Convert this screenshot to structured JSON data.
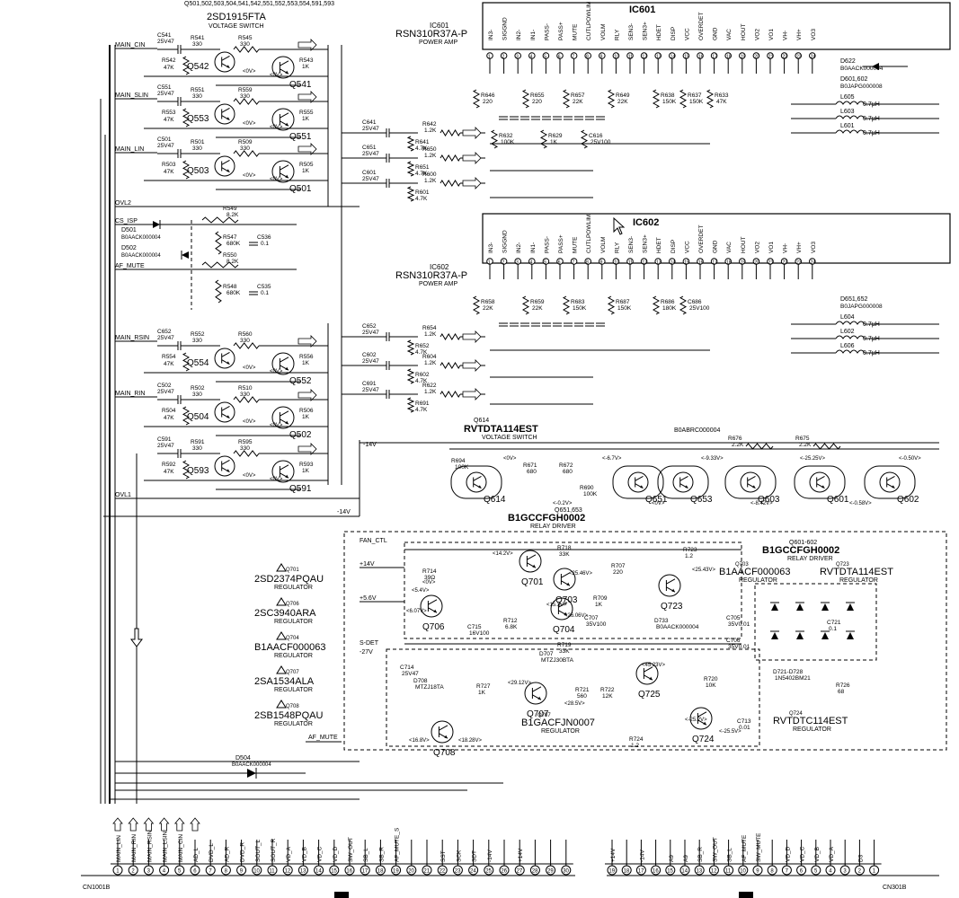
{
  "ic601": {
    "name": "IC601",
    "part": "RSN310R37A-P",
    "function": "POWER AMP",
    "pins": [
      "IN3-",
      "SIGGND",
      "IN2-",
      "IN1-",
      "PASS-",
      "PASS+",
      "MUTE",
      "CUTLPOWLIM",
      "VOLM",
      "RLY",
      "SEN3-",
      "SEN3+",
      "HDET",
      "DISP",
      "VCC",
      "OVERDET",
      "GND",
      "VAC",
      "HOUT",
      "VO2",
      "VO1",
      "VH-",
      "VH+",
      "VO3"
    ]
  },
  "ic602": {
    "name": "IC602",
    "part": "RSN310R37A-P",
    "function": "POWER AMP"
  },
  "switch_block": {
    "parts": "Q501,502,503,504,541,542,551,552,553,554,591,593",
    "part": "2SD1915FTA",
    "function": "VOLTAGE SWITCH"
  },
  "inputs": [
    "MAIN_CIN",
    "MAIN_SLIN",
    "MAIN_LIN",
    "MAIN_RSIN",
    "MAIN_RIN"
  ],
  "signals": [
    "OVL2",
    "CS_ISP",
    "AF_MUTE",
    "OVL1",
    "FAN_CTL",
    "S-DET",
    "-14V",
    "+14V",
    "+5.6V",
    "-27V"
  ],
  "transistors_top": [
    {
      "ref": "Q542",
      "r1": "R541",
      "r1v": "330",
      "r2": "R542",
      "r2v": "47K"
    },
    {
      "ref": "Q541",
      "r1": "R545",
      "r1v": "330",
      "r2": "R543",
      "r2v": "1K"
    },
    {
      "ref": "Q553",
      "r1": "R551",
      "r1v": "330",
      "r2": "R553",
      "r2v": "47K"
    },
    {
      "ref": "Q551",
      "r1": "R559",
      "r1v": "330",
      "r2": "R555",
      "r2v": "1K"
    },
    {
      "ref": "Q503",
      "r1": "R501",
      "r1v": "330",
      "r2": "R503",
      "r2v": "47K"
    },
    {
      "ref": "Q501",
      "r1": "R509",
      "r1v": "330",
      "r2": "R505",
      "r2v": "1K"
    }
  ],
  "transistors_bottom": [
    {
      "ref": "Q554",
      "r1": "R552",
      "r1v": "330",
      "r2": "R554",
      "r2v": "47K"
    },
    {
      "ref": "Q552",
      "r1": "R560",
      "r1v": "330",
      "r2": "R556",
      "r2v": "1K"
    },
    {
      "ref": "Q504",
      "r1": "R502",
      "r1v": "330",
      "r2": "R504",
      "r2v": "47K"
    },
    {
      "ref": "Q502",
      "r1": "R510",
      "r1v": "330",
      "r2": "R506",
      "r2v": "1K"
    },
    {
      "ref": "Q593",
      "r1": "R591",
      "r1v": "330",
      "r2": "R592",
      "r2v": "47K"
    },
    {
      "ref": "Q591",
      "r1": "R595",
      "r1v": "330",
      "r2": "R593",
      "r2v": "1K"
    }
  ],
  "caps_left": [
    "C541",
    "C551",
    "C501",
    "C652",
    "C502",
    "C591"
  ],
  "cap_value": "25V47",
  "misc_left": [
    {
      "ref": "D501",
      "part": "B0AACK000004"
    },
    {
      "ref": "D502",
      "part": "B0AACK000004"
    },
    {
      "ref": "R549",
      "val": "8.2K"
    },
    {
      "ref": "R547",
      "val": "680K"
    },
    {
      "ref": "C536",
      "val": "0.1"
    },
    {
      "ref": "R550",
      "val": "8.2K"
    },
    {
      "ref": "R548",
      "val": "680K"
    },
    {
      "ref": "C535",
      "val": "0.1"
    }
  ],
  "voltage_switch": {
    "ref": "Q614",
    "part": "RVTDTA114EST",
    "function": "VOLTAGE SWITCH"
  },
  "relay_driver_1": {
    "refs": "Q651,653",
    "part": "B1GCCFGH0002",
    "function": "RELAY DRIVER"
  },
  "relay_driver_2": {
    "refs": "Q601-602",
    "part": "B1GCCFGH0002",
    "function": "RELAY DRIVER"
  },
  "relay_transistors": [
    "Q614",
    "Q651",
    "Q653",
    "Q603",
    "Q601",
    "Q602"
  ],
  "relay_resistors": [
    {
      "ref": "R676",
      "val": "2.2K"
    },
    {
      "ref": "R675",
      "val": "2.2K"
    },
    {
      "ref": "R694",
      "val": "100K"
    },
    {
      "ref": "R671",
      "val": "680"
    },
    {
      "ref": "R672",
      "val": "680"
    },
    {
      "ref": "R690",
      "val": "100K"
    }
  ],
  "d625": "B0ABRC000004",
  "regulator_legend": [
    {
      "ref": "Q701",
      "part": "2SD2374PQAU",
      "function": "REGULATOR"
    },
    {
      "ref": "Q706",
      "part": "2SC3940ARA",
      "function": "REGULATOR"
    },
    {
      "ref": "Q704",
      "part": "B1AACF000063",
      "function": "REGULATOR"
    },
    {
      "ref": "Q707",
      "part": "2SA1534ALA",
      "function": "REGULATOR"
    },
    {
      "ref": "Q708",
      "part": "2SB1548PQAU",
      "function": "REGULATOR"
    }
  ],
  "reg_right": [
    {
      "ref": "Q703",
      "part": "B1AACF000063",
      "function": "REGULATOR"
    },
    {
      "ref": "Q723",
      "part": "RVTDTA114EST",
      "function": "REGULATOR"
    },
    {
      "ref": "Q724",
      "part": "RVTDTC114EST",
      "function": "REGULATOR"
    },
    {
      "ref": "Q707",
      "part": "B1GACFJN0007",
      "function": "REGULATOR"
    }
  ],
  "reg_transistors": [
    "Q701",
    "Q703",
    "Q704",
    "Q706",
    "Q707",
    "Q708",
    "Q723",
    "Q724",
    "Q725"
  ],
  "reg_parts": [
    {
      "ref": "R718",
      "val": "33K"
    },
    {
      "ref": "R719",
      "val": "33K"
    },
    {
      "ref": "R707",
      "val": "220"
    },
    {
      "ref": "R709",
      "val": "1K"
    },
    {
      "ref": "R712",
      "val": "6.8K"
    },
    {
      "ref": "R714",
      "val": "39Ω"
    },
    {
      "ref": "R721",
      "val": "560"
    },
    {
      "ref": "R722",
      "val": "12K"
    },
    {
      "ref": "R727",
      "val": "1K"
    },
    {
      "ref": "R720",
      "val": "10K"
    },
    {
      "ref": "R726",
      "val": "68"
    },
    {
      "ref": "R723",
      "val": "1.2"
    },
    {
      "ref": "R724",
      "val": "1.2"
    },
    {
      "ref": "C705",
      "val": "35V0.01"
    },
    {
      "ref": "C706",
      "val": "35V0.01"
    },
    {
      "ref": "C707",
      "val": "35V100"
    },
    {
      "ref": "C715",
      "val": "16V100"
    },
    {
      "ref": "C713",
      "val": "0.01"
    },
    {
      "ref": "C721",
      "val": "0.1"
    },
    {
      "ref": "C714",
      "val": "25V47"
    },
    {
      "ref": "D707",
      "val": "MTZJ30BTA"
    },
    {
      "ref": "D708",
      "val": "MTZJ18TA"
    },
    {
      "ref": "D721-D728",
      "val": "1N5402BM21"
    },
    {
      "ref": "D733",
      "val": "B0AACK000004"
    }
  ],
  "reg_voltages": [
    "<14.2V>",
    "<25.46V>",
    "<25.43V>",
    "<5.4V>",
    "<6.07V>",
    "<15.3V>",
    "<26.06V>",
    "<45.23V>",
    "<29.12V>",
    "<28.5V>",
    "<16.8V>",
    "<18.28V>",
    "<-25.2V>",
    "<-25.5V>",
    "<0V>"
  ],
  "d504": {
    "ref": "D504",
    "part": "B0AACK000004"
  },
  "af_mute": "AF_MUTE",
  "cn1001b": {
    "name": "CN1001B",
    "pins": [
      "1",
      "2",
      "3",
      "4",
      "5",
      "6",
      "7",
      "8",
      "9",
      "10",
      "11",
      "12",
      "13",
      "14",
      "15",
      "16",
      "17",
      "18",
      "19",
      "20",
      "21",
      "22",
      "23",
      "24",
      "25",
      "26",
      "27",
      "28",
      "29",
      "30"
    ],
    "labels": [
      "MAIN_LIN",
      "MAIN_RIN",
      "MAIN_RSIN",
      "MAIN_LSIN",
      "MAIN_CIN",
      "AD_L",
      "DVD_L",
      "AD_R",
      "DVD_R",
      "SOUT_L",
      "SOUT_R",
      "VD_A",
      "VD_B",
      "VD_C",
      "VD_D",
      "SW_OUT",
      "SB_L",
      "SB_R",
      "AF_MUTE_S",
      "",
      "",
      "SST",
      "SCK",
      "SDT",
      "-14V",
      "",
      "+14V",
      "",
      "",
      ""
    ]
  },
  "cn301b": {
    "name": "CN301B",
    "pins": [
      "19",
      "18",
      "17",
      "16",
      "15",
      "14",
      "13",
      "12",
      "11",
      "10",
      "9",
      "8",
      "7",
      "6",
      "5",
      "4",
      "3",
      "2",
      "1"
    ],
    "labels": [
      "+14V",
      "",
      "-14V",
      "",
      "A9",
      "A9",
      "SB_R",
      "SW_OUT",
      "SB_L",
      "AF_MUTE",
      "SW_MUTE",
      "",
      "VD_D",
      "VD_C",
      "VD_B",
      "VD_A",
      "",
      "D3",
      ""
    ]
  },
  "ic601_right": [
    {
      "ref": "D622",
      "part": "B0AACK000004"
    },
    {
      "ref": "D601,602",
      "part": "B0JAPG000008"
    },
    {
      "ref": "L605",
      "val": "0.7μH"
    },
    {
      "ref": "L603",
      "val": "0.7μH"
    },
    {
      "ref": "L601",
      "val": "0.7μH"
    }
  ],
  "ic602_right": [
    {
      "ref": "D651,652",
      "part": "B0JAPG000008"
    },
    {
      "ref": "L604",
      "val": "0.7μH"
    },
    {
      "ref": "L602",
      "val": "0.7μH"
    },
    {
      "ref": "L606",
      "val": "0.7μH"
    }
  ],
  "ic601_parts": [
    {
      "ref": "R646",
      "val": "220"
    },
    {
      "ref": "R655",
      "val": "220"
    },
    {
      "ref": "R657",
      "val": "22K"
    },
    {
      "ref": "R649",
      "val": "22K"
    },
    {
      "ref": "R638",
      "val": "150K"
    },
    {
      "ref": "R637",
      "val": "150K"
    },
    {
      "ref": "R633",
      "val": "47K"
    },
    {
      "ref": "R632",
      "val": "100K"
    },
    {
      "ref": "R629",
      "val": "1K"
    },
    {
      "ref": "C616",
      "val": "25V100"
    },
    {
      "ref": "R642",
      "val": "1.2K"
    },
    {
      "ref": "R650",
      "val": "1.2K"
    },
    {
      "ref": "R600",
      "val": "1.2K"
    },
    {
      "ref": "R641",
      "val": "4.7K"
    },
    {
      "ref": "R651",
      "val": "4.7K"
    },
    {
      "ref": "R601",
      "val": "4.7K"
    }
  ],
  "ic602_parts": [
    {
      "ref": "R654",
      "val": "1.2K"
    },
    {
      "ref": "R604",
      "val": "1.2K"
    },
    {
      "ref": "R622",
      "val": "1.2K"
    },
    {
      "ref": "R652",
      "val": "4.7K"
    },
    {
      "ref": "R602",
      "val": "4.7K"
    },
    {
      "ref": "R691",
      "val": "4.7K"
    },
    {
      "ref": "R658",
      "val": "22K"
    },
    {
      "ref": "R659",
      "val": "22K"
    },
    {
      "ref": "R683",
      "val": "150K"
    },
    {
      "ref": "R687",
      "val": "150K"
    },
    {
      "ref": "R686",
      "val": "180K"
    },
    {
      "ref": "C686",
      "val": "25V100"
    }
  ],
  "relay_voltages": [
    "<0V>",
    "<-0.2V>",
    "<-6.7V>",
    "<0V>",
    "<-9.33V>",
    "<-8.42V>",
    "<-25.25V>",
    "<-0.58V>",
    "<-0.50V>"
  ]
}
